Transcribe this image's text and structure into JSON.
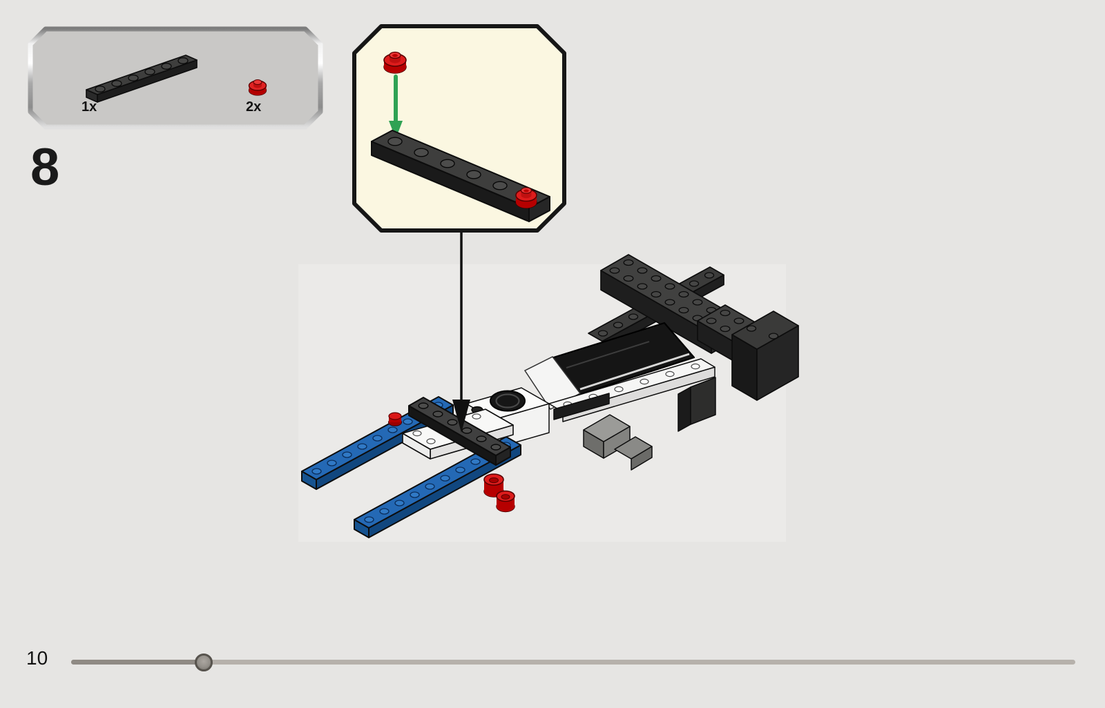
{
  "page": {
    "background_color": "#e6e5e3",
    "step_number": "8",
    "page_number": "10"
  },
  "parts_panel": {
    "box_fill": "#c9c8c6",
    "border_style": "metallic-gradient",
    "items": [
      {
        "count": "1x",
        "part": "plate-1x6-black",
        "color": "#3e3e3d"
      },
      {
        "count": "2x",
        "part": "round-plate-1x1-red",
        "color": "#dd1c1c"
      }
    ]
  },
  "callout": {
    "background_color": "#fbf7e1",
    "border_color": "#161616",
    "parts_shown": [
      "round-plate-1x1-red",
      "plate-1x6-black-with-red-round-plate"
    ],
    "placement_arrow_color": "#2fa254"
  },
  "pointer_arrow": {
    "color": "#101010",
    "direction": "down"
  },
  "model": {
    "pieces_visible": [
      "blue-1x8-plates",
      "white-plates-and-brick",
      "black-round-2x2-tile",
      "dark-gray-frame-crossbars",
      "black-windscreen-slope",
      "gray-engine-blocks",
      "red-round-plates",
      "new-black-1x6-plate"
    ],
    "colors": {
      "blue": "#2469b5",
      "red": "#dd1c1c",
      "dark": "#3e3e3d",
      "white": "#f8f8f7"
    }
  },
  "icons": {
    "placement_arrow": "green-down-arrow-icon",
    "callout_pointer": "black-down-arrow-icon"
  },
  "progress": {
    "value_percent": 13.2,
    "track_color": "#b6b1ab",
    "fill_color": "#8f8a84"
  }
}
